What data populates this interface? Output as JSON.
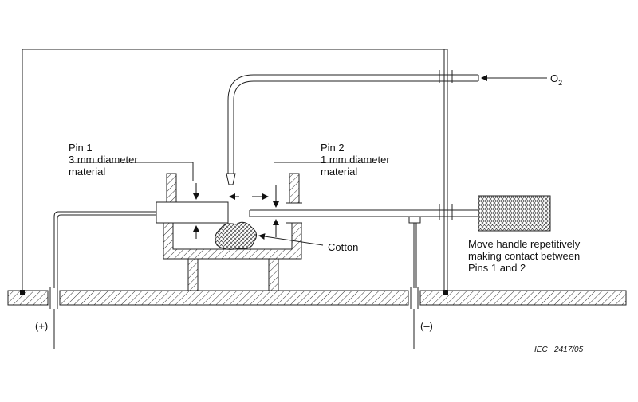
{
  "labels": {
    "pin1_line1": "Pin 1",
    "pin1_line2": "3 mm diameter",
    "pin1_line3": "material",
    "pin2_line1": "Pin 2",
    "pin2_line2": "1 mm diameter",
    "pin2_line3": "material",
    "o2_main": "O",
    "o2_sub": "2",
    "cotton": "Cotton",
    "move_line1": "Move handle repetitively",
    "move_line2": "making contact between",
    "move_line3": "Pins 1 and 2",
    "plus": "(+)",
    "minus": "(–)",
    "figure_ref": "IEC   2417/05"
  },
  "colors": {
    "line": "#222222",
    "hatch": "#333333"
  }
}
